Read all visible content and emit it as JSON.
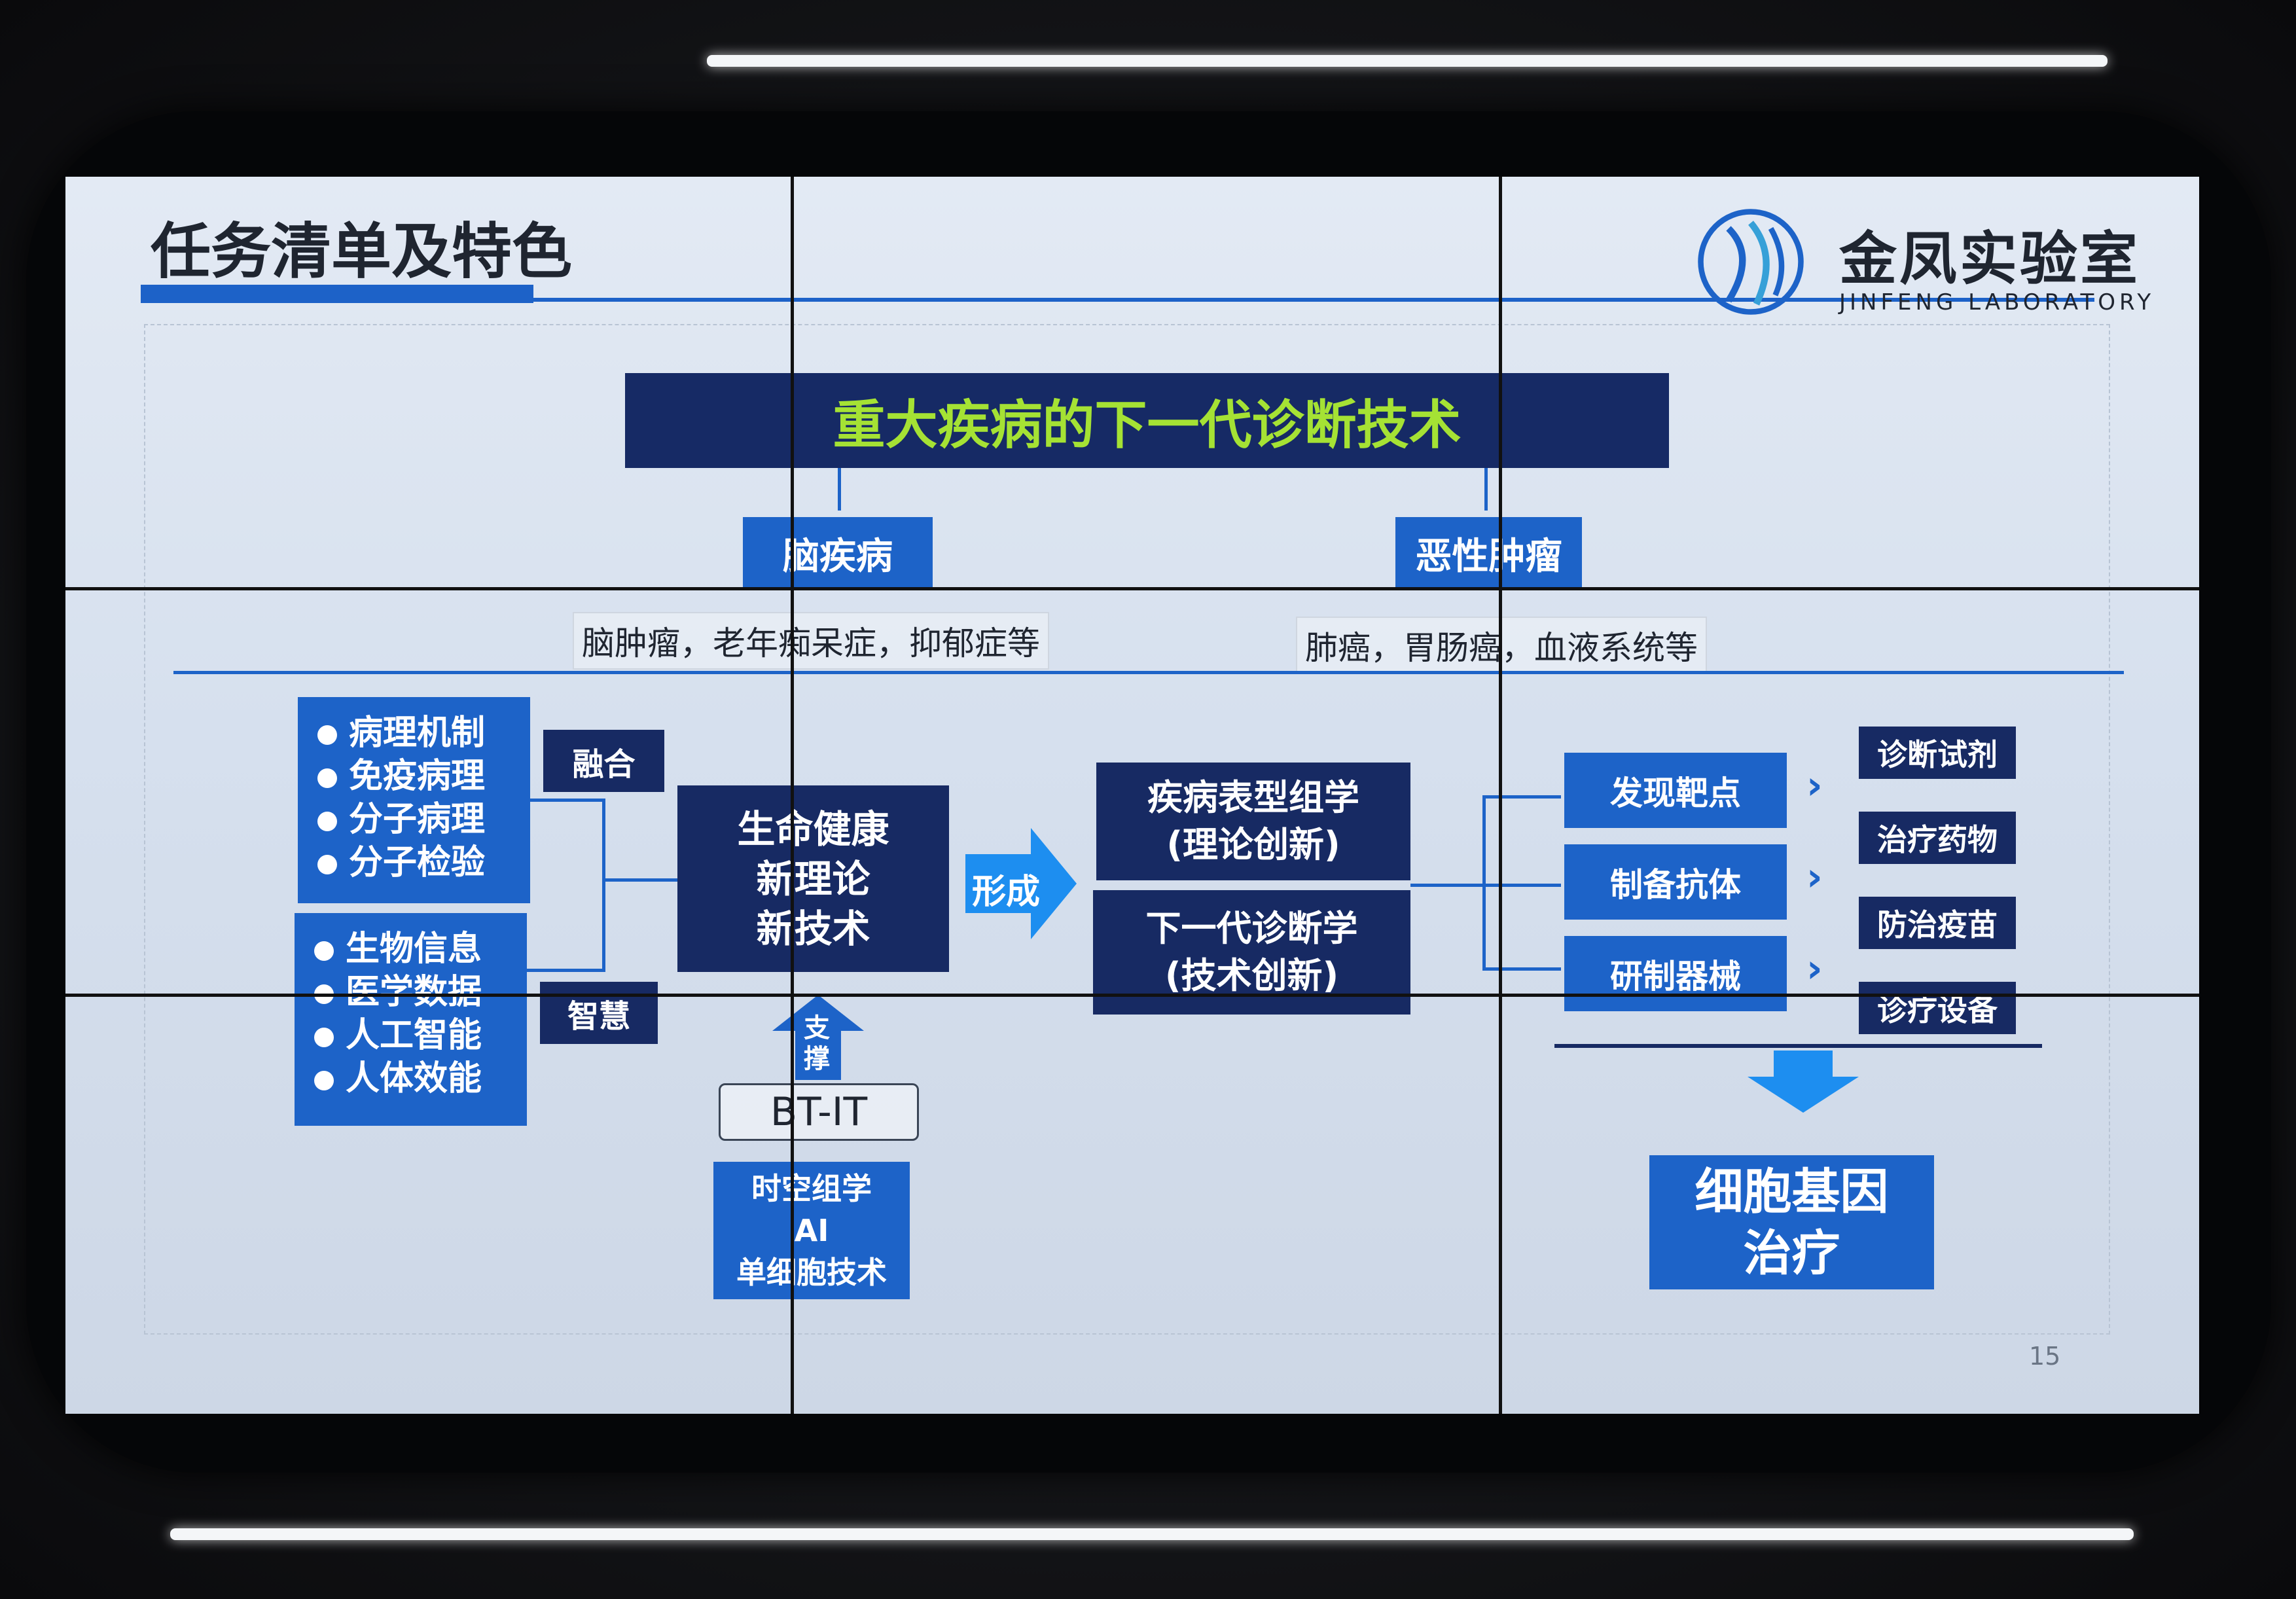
{
  "header": {
    "title": "任务清单及特色"
  },
  "logo": {
    "name_cn": "金凤实验室",
    "name_en": "JINFENG LABORATORY"
  },
  "main_title": "重大疾病的下一代诊断技术",
  "categories": [
    {
      "label": "脑疾病",
      "examples": "脑肿瘤，老年痴呆症，抑郁症等"
    },
    {
      "label": "恶性肿瘤",
      "examples": "肺癌，胃肠癌，血液系统等"
    }
  ],
  "left_lists": [
    {
      "items": [
        "病理机制",
        "免疫病理",
        "分子病理",
        "分子检验"
      ],
      "tag": "融合"
    },
    {
      "items": [
        "生物信息",
        "医学数据",
        "人工智能",
        "人体效能"
      ],
      "tag": "智慧"
    }
  ],
  "center": {
    "lines": [
      "生命健康",
      "新理论",
      "新技术"
    ]
  },
  "support": {
    "label_1": "支",
    "label_2": "撑",
    "bt_it": "BT-IT",
    "tech_lines": [
      "时空组学",
      "AI",
      "单细胞技术"
    ]
  },
  "form_arrow": "形成",
  "outcomes": [
    {
      "line1": "疾病表型组学",
      "line2": "(理论创新)"
    },
    {
      "line1": "下一代诊断学",
      "line2": "(技术创新)"
    }
  ],
  "actions": [
    "发现靶点",
    "制备抗体",
    "研制器械"
  ],
  "products": [
    "诊断试剂",
    "治疗药物",
    "防治疫苗",
    "诊疗设备"
  ],
  "therapy": {
    "line1": "细胞基因",
    "line2": "治疗"
  },
  "page_number": "15",
  "colors": {
    "navy": "#172a63",
    "blue": "#1d63c8",
    "title_green": "#a5e234"
  }
}
